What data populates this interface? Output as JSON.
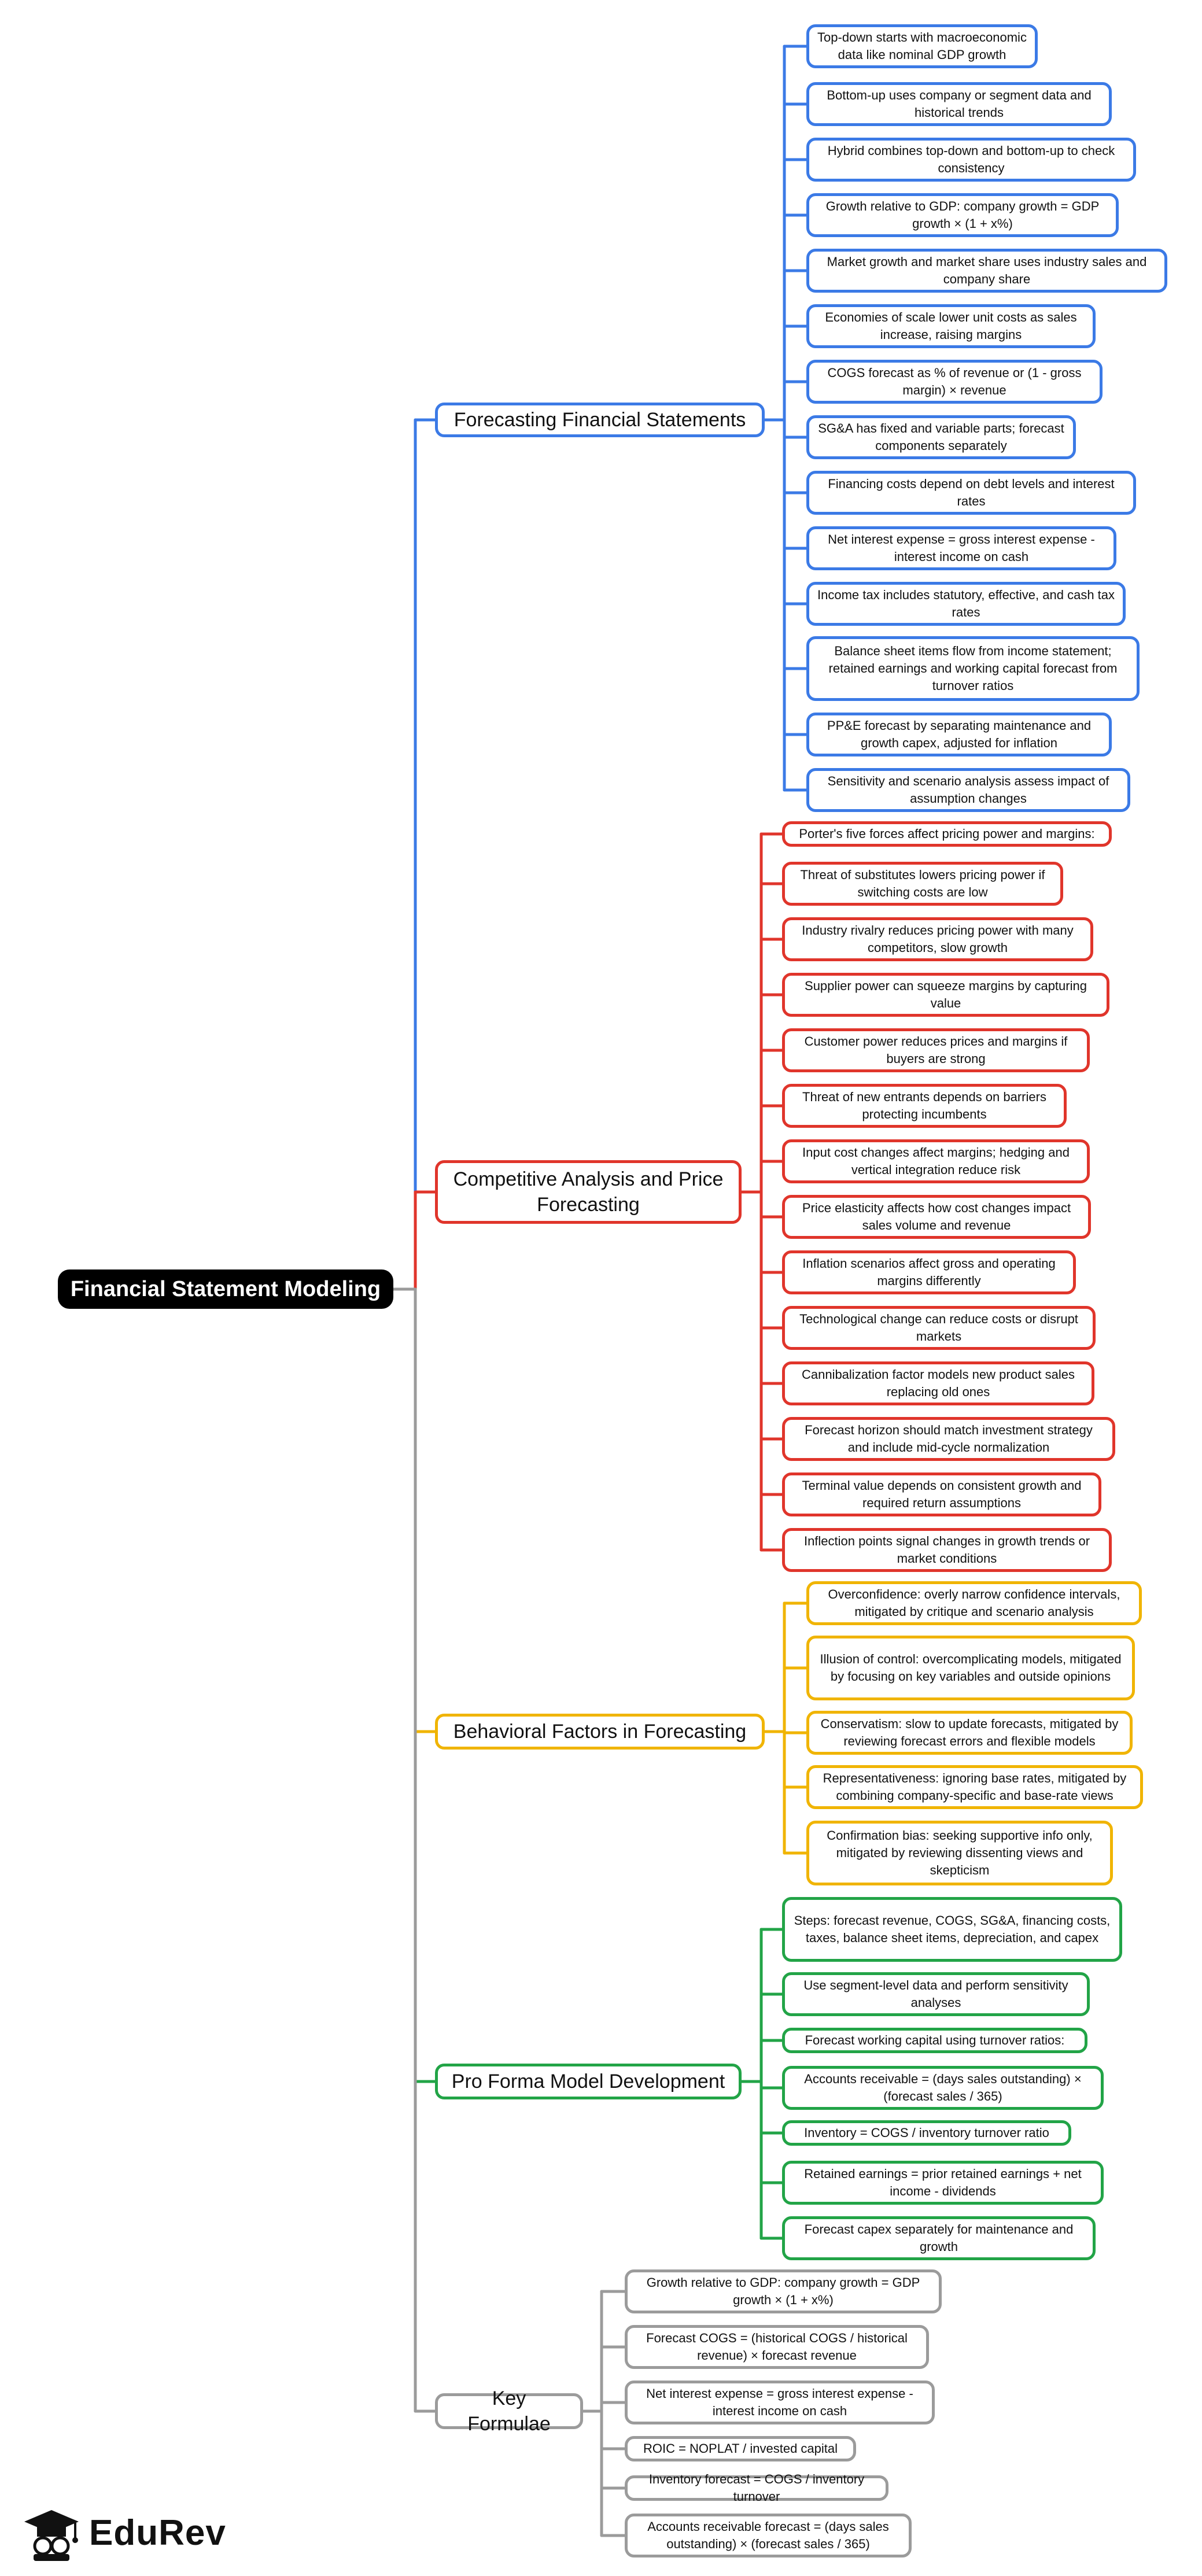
{
  "root": {
    "label": "Financial Statement Modeling"
  },
  "colors": {
    "blue": "#3b7ae6",
    "red": "#e0352b",
    "yellow": "#f0b400",
    "green": "#22a447",
    "gray": "#9b9b9b"
  },
  "branches": [
    {
      "label": "Forecasting Financial Statements",
      "color": "blue",
      "items": [
        "Top-down starts with macroeconomic data like nominal GDP growth",
        "Bottom-up uses company or segment data and historical trends",
        "Hybrid combines top-down and bottom-up to check consistency",
        "Growth relative to GDP: company growth = GDP growth × (1 + x%)",
        "Market growth and market share uses industry sales and company share",
        "Economies of scale lower unit costs as sales increase, raising margins",
        "COGS forecast as % of revenue or (1 - gross margin) × revenue",
        "SG&A has fixed and variable parts; forecast components separately",
        "Financing costs depend on debt levels and interest rates",
        "Net interest expense = gross interest expense - interest income on cash",
        "Income tax includes statutory, effective, and cash tax rates",
        "Balance sheet items flow from income statement; retained earnings and working capital forecast from turnover ratios",
        "PP&E forecast by separating maintenance and growth capex, adjusted for inflation",
        "Sensitivity and scenario analysis assess impact of assumption changes"
      ]
    },
    {
      "label": "Competitive Analysis and Price Forecasting",
      "color": "red",
      "items": [
        "Porter's five forces affect pricing power and margins:",
        "Threat of substitutes lowers pricing power if switching costs are low",
        "Industry rivalry reduces pricing power with many competitors, slow growth",
        "Supplier power can squeeze margins by capturing value",
        "Customer power reduces prices and margins if buyers are strong",
        "Threat of new entrants depends on barriers protecting incumbents",
        "Input cost changes affect margins; hedging and vertical integration reduce risk",
        "Price elasticity affects how cost changes impact sales volume and revenue",
        "Inflation scenarios affect gross and operating margins differently",
        "Technological change can reduce costs or disrupt markets",
        "Cannibalization factor models new product sales replacing old ones",
        "Forecast horizon should match investment strategy and include mid-cycle normalization",
        "Terminal value depends on consistent growth and required return assumptions",
        "Inflection points signal changes in growth trends or market conditions"
      ]
    },
    {
      "label": "Behavioral Factors in Forecasting",
      "color": "yellow",
      "items": [
        "Overconfidence: overly narrow confidence intervals, mitigated by critique and scenario analysis",
        "Illusion of control: overcomplicating models, mitigated by focusing on key variables and outside opinions",
        "Conservatism: slow to update forecasts, mitigated by reviewing forecast errors and flexible models",
        "Representativeness: ignoring base rates, mitigated by combining company-specific and base-rate views",
        "Confirmation bias: seeking supportive info only, mitigated by reviewing dissenting views and skepticism"
      ]
    },
    {
      "label": "Pro Forma Model Development",
      "color": "green",
      "items": [
        "Steps: forecast revenue, COGS, SG&A, financing costs, taxes, balance sheet items, depreciation, and capex",
        "Use segment-level data and perform sensitivity analyses",
        "Forecast working capital using turnover ratios:",
        "Accounts receivable = (days sales outstanding) × (forecast sales / 365)",
        "Inventory = COGS / inventory turnover ratio",
        "Retained earnings = prior retained earnings + net income - dividends",
        "Forecast capex separately for maintenance and growth"
      ]
    },
    {
      "label": "Key Formulae",
      "color": "gray",
      "items": [
        "Growth relative to GDP: company growth = GDP growth × (1 + x%)",
        "Forecast COGS = (historical COGS / historical revenue) × forecast revenue",
        "Net interest expense = gross interest expense - interest income on cash",
        "ROIC = NOPLAT / invested capital",
        "Inventory forecast = COGS / inventory turnover",
        "Accounts receivable forecast = (days sales outstanding) × (forecast sales / 365)"
      ]
    }
  ],
  "brand": {
    "name": "EduRev",
    "icon": "graduation-cap-logo-icon"
  }
}
